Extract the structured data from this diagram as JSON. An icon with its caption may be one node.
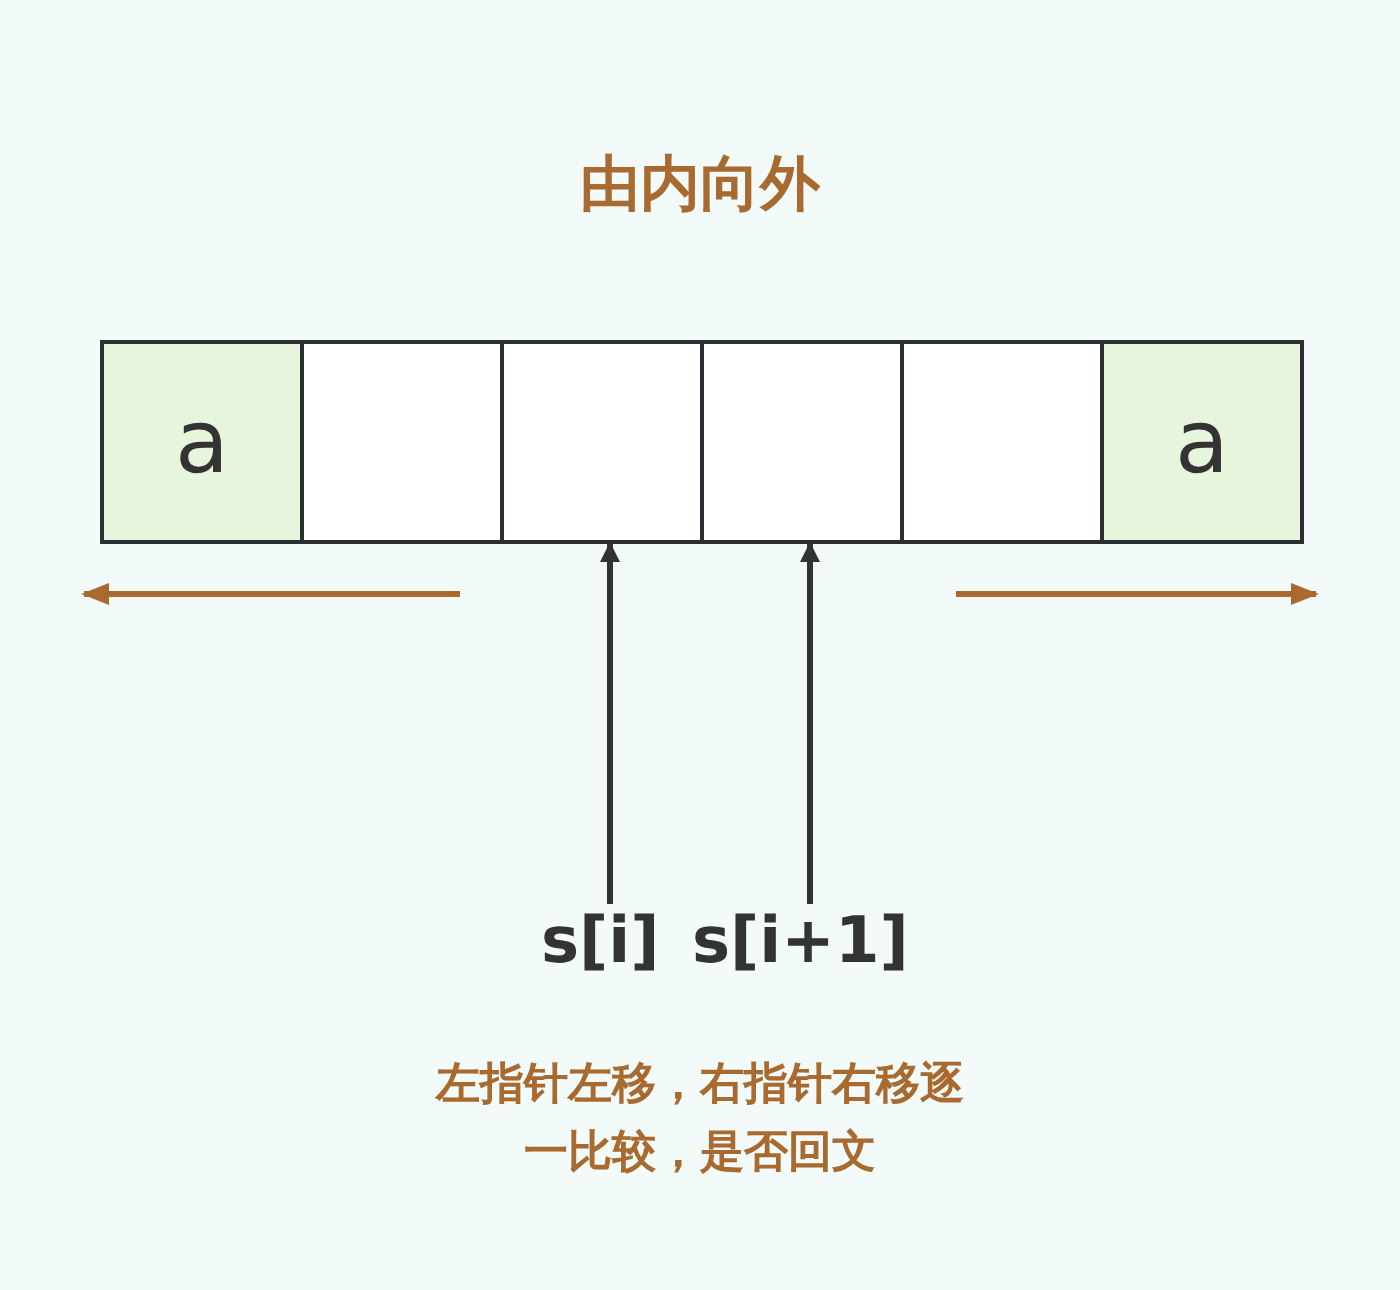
{
  "diagram": {
    "title": "由内向外",
    "nodes": [
      {
        "text": [
          "a"
        ]
      },
      {
        "text": [],
        "shape": "box"
      },
      {
        "text": [],
        "shape": "box"
      },
      {
        "text": [],
        "shape": "box"
      },
      {
        "text": [],
        "shape": "box"
      },
      {
        "text": [
          "a"
        ]
      },
      {
        "text": [
          "s[i]"
        ]
      },
      {
        "text": [
          "s[i+1]"
        ]
      }
    ],
    "edges": [
      {
        "from": 6,
        "to": 2,
        "arrow": "to"
      },
      {
        "from": 7,
        "to": 3,
        "arrow": "to"
      }
    ],
    "caption": "左指针左移，右指针右移逐一比较，是否回文"
  }
}
